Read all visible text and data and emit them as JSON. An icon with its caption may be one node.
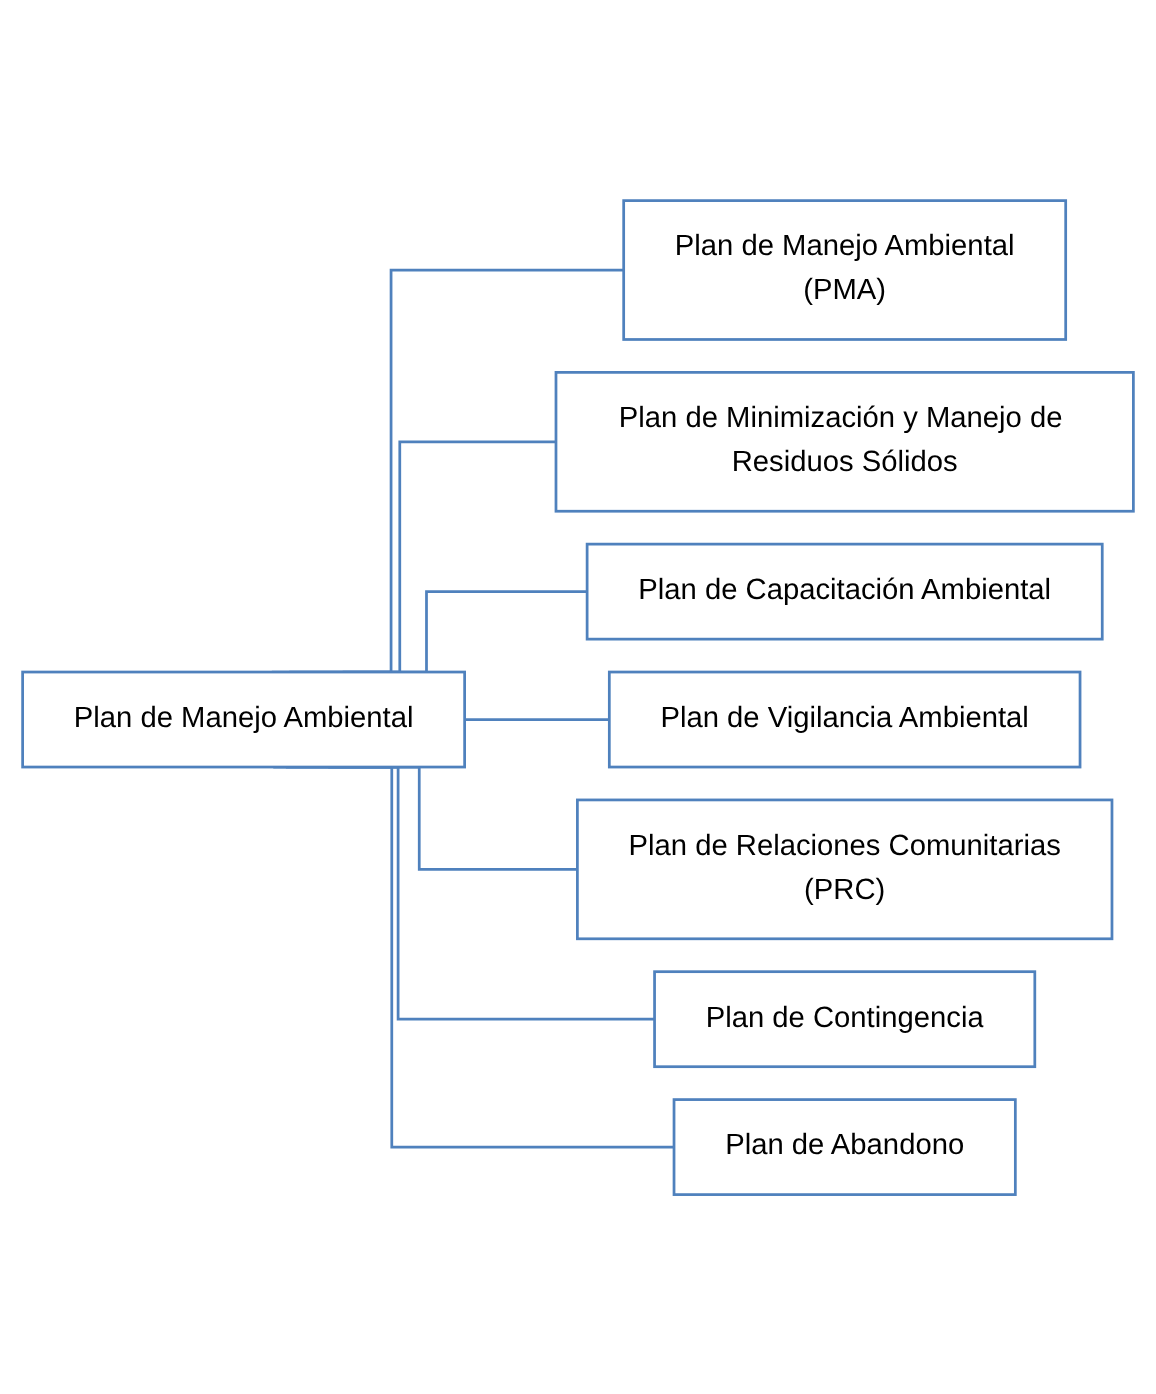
{
  "diagram": {
    "nodes": [
      {
        "text": [
          "Plan de Manejo Ambiental"
        ]
      },
      {
        "text": [
          "Plan de Manejo Ambiental",
          "(PMA)"
        ]
      },
      {
        "text": [
          "Plan de Minimización y Manejo de Residuos Sólidos"
        ]
      },
      {
        "text": [
          "Plan de Capacitación Ambiental"
        ]
      },
      {
        "text": [
          "Plan de Vigilancia Ambiental"
        ]
      },
      {
        "text": [
          "Plan de Relaciones Comunitarias",
          "(PRC)"
        ]
      },
      {
        "text": [
          "Plan de Contingencia"
        ]
      },
      {
        "text": [
          "Plan de Abandono"
        ]
      }
    ],
    "edges": [
      {
        "from": 0,
        "to": 1,
        "arrow": "none"
      },
      {
        "from": 0,
        "to": 2,
        "arrow": "none"
      },
      {
        "from": 0,
        "to": 3,
        "arrow": "none"
      },
      {
        "from": 0,
        "to": 4,
        "arrow": "none"
      },
      {
        "from": 0,
        "to": 5,
        "arrow": "none"
      },
      {
        "from": 0,
        "to": 6,
        "arrow": "none"
      },
      {
        "from": 0,
        "to": 7,
        "arrow": "none"
      }
    ]
  }
}
